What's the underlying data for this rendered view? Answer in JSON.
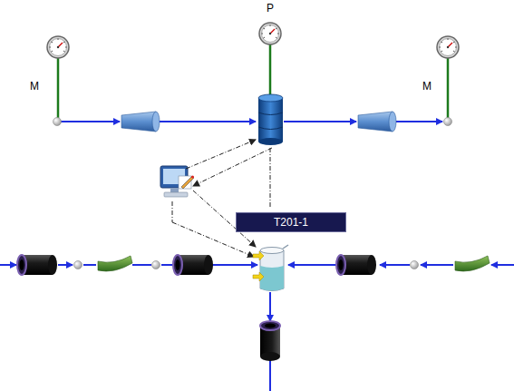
{
  "diagram": {
    "nodes": [
      {
        "text": [
          "T201-1"
        ]
      }
    ],
    "labels": [
      "M",
      "P",
      "M"
    ]
  }
}
